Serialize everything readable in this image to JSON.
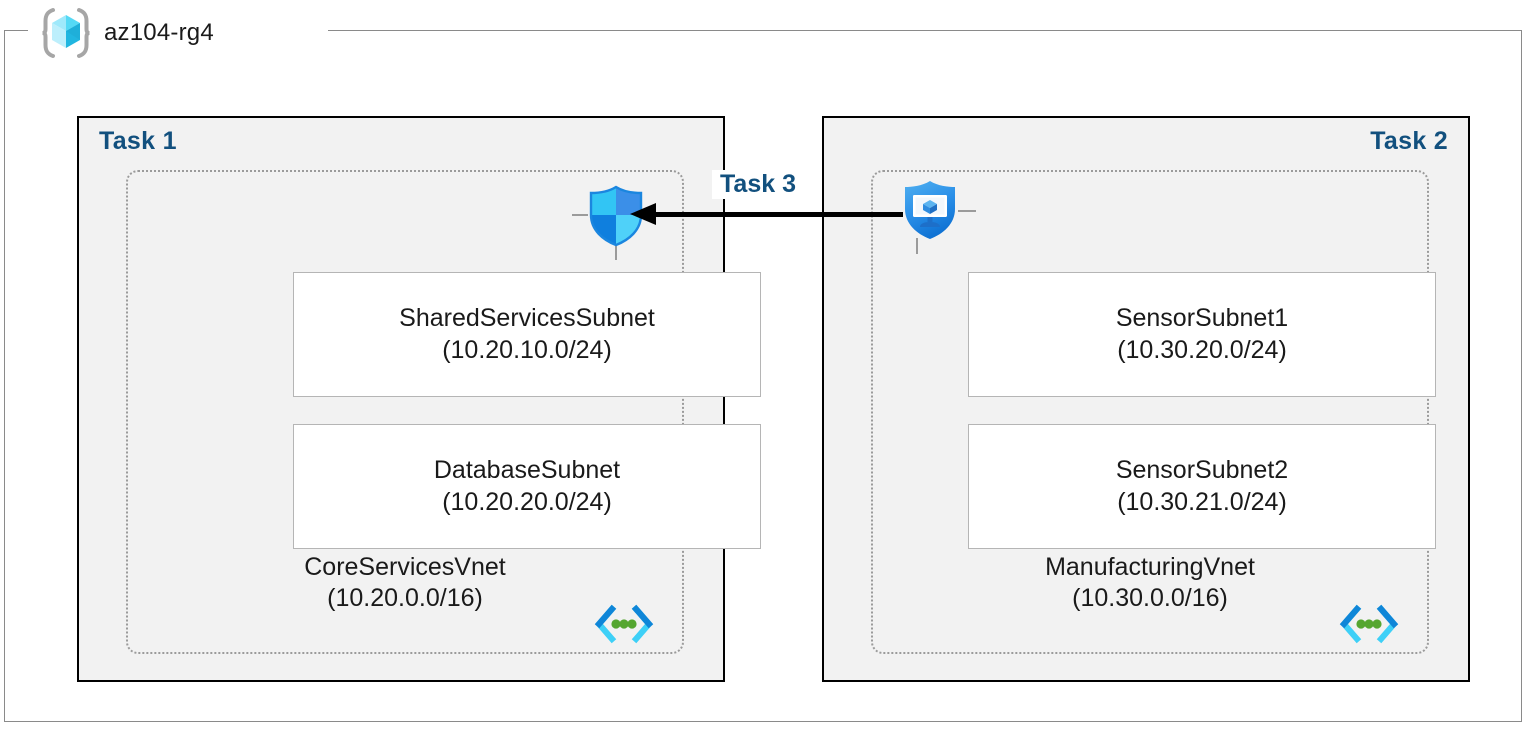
{
  "resource_group": {
    "title": "az104-rg4",
    "icon": "resource-group-cube-icon"
  },
  "colors": {
    "task_label": "#12507E",
    "task_fill": "#F2F2F2",
    "task_border": "#000000",
    "vnet_border": "#9B9B9B",
    "subnet_border": "#B5B5B5",
    "rg_frame": "#8A8A8A",
    "arrow": "#000000",
    "vnet_glyph_chevron_dark": "#0F86D8",
    "vnet_glyph_chevron_light": "#3ED0F7",
    "vnet_glyph_dot": "#55A630",
    "shield_cyan": "#32C5F4",
    "shield_blue": "#0F7FDE"
  },
  "tasks": [
    {
      "label": "Task 1",
      "vnet": {
        "name": "CoreServicesVnet",
        "cidr": "(10.20.0.0/16)",
        "icon": "virtual-network-icon"
      },
      "subnets": [
        {
          "name": "SharedServicesSubnet",
          "cidr": "(10.20.10.0/24)"
        },
        {
          "name": "DatabaseSubnet",
          "cidr": "(10.20.20.0/24)"
        }
      ],
      "resource_icon": "firewall-shield-icon"
    },
    {
      "label": "Task 2",
      "vnet": {
        "name": "ManufacturingVnet",
        "cidr": "(10.30.0.0/16)",
        "icon": "virtual-network-icon"
      },
      "subnets": [
        {
          "name": "SensorSubnet1",
          "cidr": "(10.30.20.0/24)"
        },
        {
          "name": "SensorSubnet2",
          "cidr": "(10.30.21.0/24)"
        }
      ],
      "resource_icon": "bastion-shield-monitor-icon"
    }
  ],
  "connection": {
    "label": "Task 3",
    "direction": "right-to-left",
    "from": "ManufacturingVnet",
    "to": "CoreServicesVnet"
  }
}
